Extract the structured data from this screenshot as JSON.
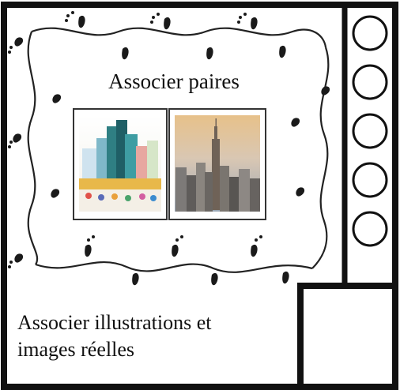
{
  "card": {
    "title": "Associer paires",
    "caption_line1": "Associer illustrations et",
    "caption_line2": "images réelles"
  },
  "photos": [
    {
      "name": "illustration",
      "kind": "illustrated-city-street"
    },
    {
      "name": "real-photo",
      "kind": "city-skyline-photo"
    }
  ],
  "side_slots": {
    "count": 5
  },
  "colors": {
    "ink": "#111111",
    "paper": "#ffffff"
  }
}
